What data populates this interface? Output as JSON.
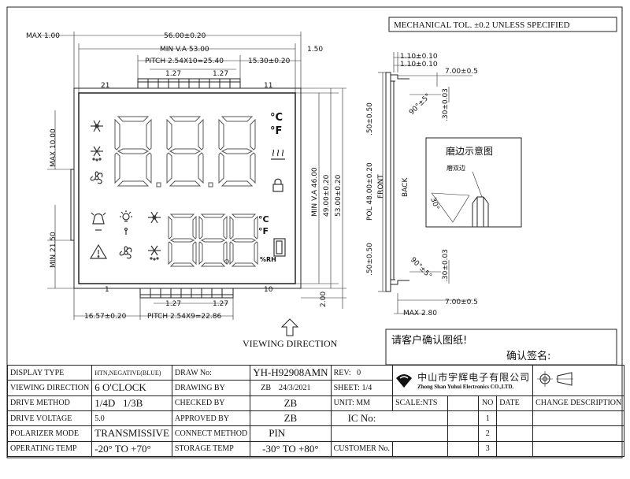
{
  "header": {
    "mech_tol": "MECHANICAL TOL. ±0.2 UNLESS SPECIFIED",
    "client_confirm": "请客户确认图纸!",
    "confirm_sign": "确认签名:"
  },
  "front_view": {
    "max_top": "MAX 1.00",
    "width_overall": "56.00±0.20",
    "min_va_width": "MIN V.A 53.00",
    "right_offset": "1.50",
    "pitch_top": "PITCH 2.54X10=25.40",
    "pin_offset_right": "15.30±0.20",
    "pin_w_left": "1.27",
    "pin_w_right": "1.27",
    "pin_label_21": "21",
    "pin_label_11": "11",
    "pin_label_1": "1",
    "pin_label_10": "10",
    "max_left": "MAX 10.00",
    "min_left": "MIN 21.50",
    "min_va_height": "MIN V.A 46.00",
    "height_49": "49.00±0.20",
    "height_53": "53.00±0.20",
    "bottom_right_2": "2.00",
    "bottom_pin_w_left": "1.27",
    "bottom_pin_w_right": "1.27",
    "bottom_offset_left": "16.57±0.20",
    "pitch_bottom": "PITCH 2.54X9=22.86",
    "viewing_direction": "VIEWING DIRECTION"
  },
  "lcd_segments": {
    "celsius_top": "°C",
    "fahrenheit_top": "°F",
    "celsius_bottom": "°C",
    "fahrenheit_bottom": "°F",
    "humidity": "%RH"
  },
  "side_view": {
    "dim_110_a": "1.10±0.10",
    "dim_110_b": "1.10±0.10",
    "dim_700_top": "7.00±0.5",
    "dim_050_top": ".50±0.50",
    "dim_90_top": "90°±5°",
    "dim_030_top": ".30±0.03",
    "pol": "POL 48.00±0.20",
    "front": "FRONT",
    "back": "BACK",
    "dim_050_bottom": ".50±0.50",
    "dim_90_bottom": "90°±5°",
    "dim_030_bottom": ".30±0.03",
    "dim_700_bottom": "7.00±0.5",
    "max_bottom": "MAX 2.80",
    "grind_title": "磨边示意图",
    "grind_edge": "磨双边",
    "angle_30": "30°"
  },
  "title_block": {
    "display_type_label": "DISPLAY TYPE",
    "display_type_value": "HTN,NEGATIVE(BLUE)",
    "draw_no_label": "DRAW No:",
    "draw_no_value": "YH-H92908AMN",
    "rev_label": "REV:",
    "rev_value": "0",
    "company_cn": "中山市宇辉电子有限公司",
    "company_en": "Zhong Shan Yuhui Electronics CO.,LTD.",
    "viewing_direction_label": "VIEWING DIRECTION",
    "viewing_direction_value": "6 O'CLOCK",
    "drawing_by_label": "DRAWING BY",
    "drawing_by_value": "ZB",
    "drawing_date": "24/3/2021",
    "sheet_label": "SHEET:",
    "sheet_value": "1/4",
    "drive_method_label": "DRIVE METHOD",
    "drive_method_duty": "1/4D",
    "drive_method_bias": "1/3B",
    "checked_by_label": "CHECKED BY",
    "checked_by_value": "ZB",
    "unit_label": "UNIT:",
    "unit_value": "MM",
    "scale_label": "SCALE:NTS",
    "no_label": "NO",
    "date_label": "DATE",
    "change_label": "CHANGE DESCRIPTION",
    "drive_voltage_label": "DRIVE VOLTAGE",
    "drive_voltage_value": "5.0",
    "approved_by_label": "APPROVED BY",
    "approved_by_value": "ZB",
    "ic_no_label": "IC No:",
    "row_1": "1",
    "polarizer_mode_label": "POLARIZER MODE",
    "polarizer_mode_value": "TRANSMISSIVE",
    "connect_method_label": "CONNECT METHOD",
    "connect_method_value": "PIN",
    "row_2": "2",
    "operating_temp_label": "OPERATING TEMP",
    "operating_temp_value": "-20° TO +70°",
    "storage_temp_label": "STORAGE TEMP",
    "storage_temp_value": "-30° TO +80°",
    "customer_no_label": "CUSTOMER No.",
    "row_3": "3"
  }
}
